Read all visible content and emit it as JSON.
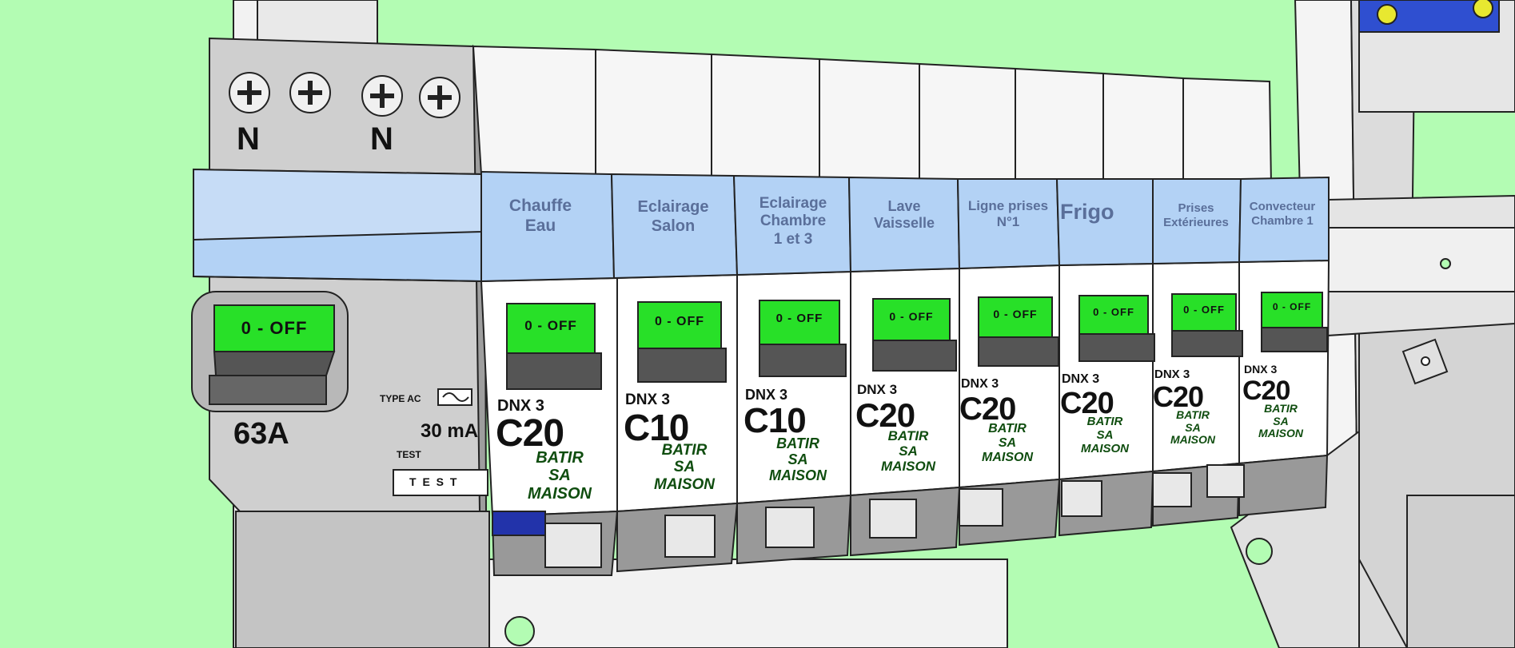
{
  "colors": {
    "background": "#b3fcb3",
    "switch_green": "#28e028",
    "label_blue": "#b3d2f5",
    "body_grey": "#cfcfcf",
    "body_white": "#ffffff"
  },
  "rcd": {
    "terminal_labels": [
      "N",
      "N"
    ],
    "switch_text": "0 - OFF",
    "rating": "63A",
    "type": "TYPE AC",
    "sensitivity": "30 mA",
    "test_label": "TEST",
    "test_button": "T E S T"
  },
  "breakers": [
    {
      "label": [
        "Chauffe",
        "Eau"
      ],
      "switch": "0 - OFF",
      "model": "DNX 3",
      "rating": "C20",
      "brand": [
        "BATIR",
        "SA",
        "MAISON"
      ]
    },
    {
      "label": [
        "Eclairage",
        "Salon"
      ],
      "switch": "0 - OFF",
      "model": "DNX 3",
      "rating": "C10",
      "brand": [
        "BATIR",
        "SA",
        "MAISON"
      ]
    },
    {
      "label": [
        "Eclairage",
        "Chambre",
        "1 et 3"
      ],
      "switch": "0 - OFF",
      "model": "DNX 3",
      "rating": "C10",
      "brand": [
        "BATIR",
        "SA",
        "MAISON"
      ]
    },
    {
      "label": [
        "Lave",
        "Vaisselle"
      ],
      "switch": "0 - OFF",
      "model": "DNX 3",
      "rating": "C20",
      "brand": [
        "BATIR",
        "SA",
        "MAISON"
      ]
    },
    {
      "label": [
        "Ligne prises",
        "N°1"
      ],
      "switch": "0 - OFF",
      "model": "DNX 3",
      "rating": "C20",
      "brand": [
        "BATIR",
        "SA",
        "MAISON"
      ]
    },
    {
      "label": [
        "Frigo"
      ],
      "switch": "0 - OFF",
      "model": "DNX 3",
      "rating": "C20",
      "brand": [
        "BATIR",
        "SA",
        "MAISON"
      ]
    },
    {
      "label": [
        "Prises",
        "Extérieures"
      ],
      "switch": "0 - OFF",
      "model": "DNX 3",
      "rating": "C20",
      "brand": [
        "BATIR",
        "SA",
        "MAISON"
      ]
    },
    {
      "label": [
        "Convecteur",
        "Chambre 1"
      ],
      "switch": "0 - OFF",
      "model": "DNX 3",
      "rating": "C20",
      "brand": [
        "BATIR",
        "SA",
        "MAISON"
      ]
    }
  ]
}
